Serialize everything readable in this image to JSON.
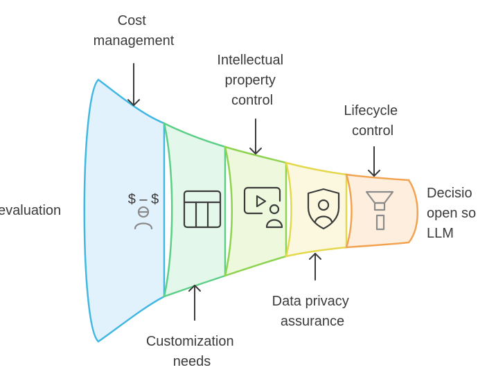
{
  "diagram": {
    "stages": [
      {
        "name": "stage-evaluation",
        "fill": "#e1f2fc",
        "stroke": "#42b7e2",
        "icon": "cost-person-icon"
      },
      {
        "name": "stage-customization",
        "fill": "#e3f8ea",
        "stroke": "#5ccf86",
        "icon": "table-grid-icon"
      },
      {
        "name": "stage-ip-control",
        "fill": "#eef8dd",
        "stroke": "#8dd34f",
        "icon": "video-user-icon"
      },
      {
        "name": "stage-data-privacy",
        "fill": "#fbf8df",
        "stroke": "#e4d84e",
        "icon": "shield-user-icon"
      },
      {
        "name": "stage-lifecycle",
        "fill": "#fdeede",
        "stroke": "#f2a351",
        "icon": "funnel-icon"
      }
    ],
    "labels": {
      "left": [
        "evaluation"
      ],
      "right": [
        "Decisio",
        "open so",
        "LLM"
      ],
      "cost": [
        "Cost",
        "management"
      ],
      "ip": [
        "Intellectual",
        "property",
        "control"
      ],
      "lifecycle": [
        "Lifecycle",
        "control"
      ],
      "customization": [
        "Customization",
        "needs"
      ],
      "privacy": [
        "Data privacy",
        "assurance"
      ],
      "cost_symbol": "$ – $"
    }
  }
}
